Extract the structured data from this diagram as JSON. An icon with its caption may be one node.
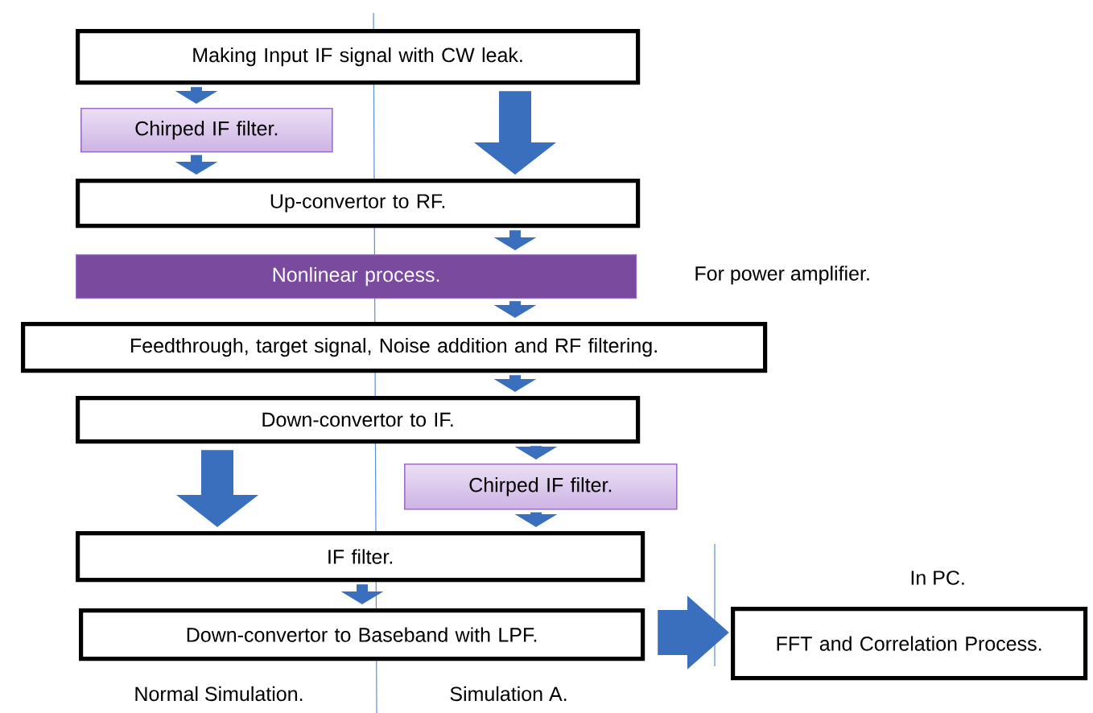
{
  "diagram": {
    "nodes": [
      {
        "text": [
          "Making Input IF signal with CW leak."
        ]
      },
      {
        "text": [
          "Chirped IF filter."
        ]
      },
      {
        "text": [
          "Up-convertor to RF."
        ]
      },
      {
        "text": [
          "Nonlinear process."
        ],
        "beside": [
          "For power amplifier."
        ]
      },
      {
        "text": [
          "Feedthrough, target signal, Noise addition and RF filtering."
        ]
      },
      {
        "text": [
          "Down-convertor to IF."
        ]
      },
      {
        "text": [
          "Chirped IF filter."
        ]
      },
      {
        "text": [
          "IF filter."
        ]
      },
      {
        "text": [
          "Down-convertor to Baseband with LPF."
        ]
      },
      {
        "text": [
          "FFT and Correlation Process."
        ],
        "beside": [
          "In PC."
        ]
      }
    ],
    "edges": [
      {
        "from": 0,
        "to": 1,
        "arrow": "to"
      },
      {
        "from": 1,
        "to": 2,
        "arrow": "to"
      },
      {
        "from": 0,
        "to": 2,
        "arrow": "to",
        "style": "thick"
      },
      {
        "from": 2,
        "to": 3,
        "arrow": "to"
      },
      {
        "from": 3,
        "to": 4,
        "arrow": "to"
      },
      {
        "from": 4,
        "to": 5,
        "arrow": "to"
      },
      {
        "from": 5,
        "to": 7,
        "arrow": "to",
        "style": "thick"
      },
      {
        "from": 5,
        "to": 6,
        "arrow": "to"
      },
      {
        "from": 6,
        "to": 7,
        "arrow": "to"
      },
      {
        "from": 7,
        "to": 8,
        "arrow": "to"
      },
      {
        "from": 8,
        "to": 9,
        "arrow": "to",
        "style": "thick"
      }
    ],
    "labels": [
      "Normal Simulation.",
      "Simulation A."
    ]
  }
}
